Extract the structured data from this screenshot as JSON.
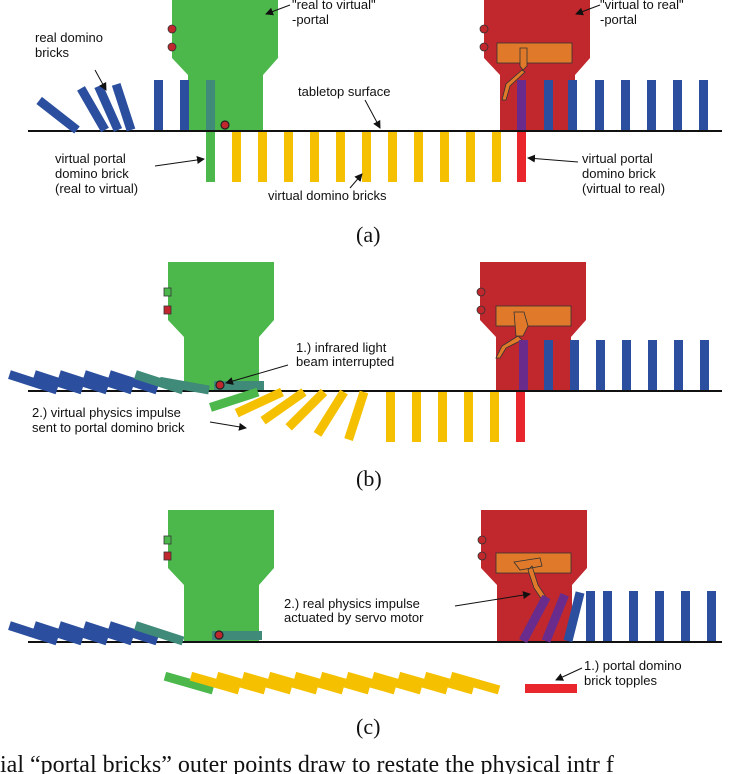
{
  "colors": {
    "real_brick": "#2b4f9e",
    "virtual_brick": "#f5c000",
    "portal_green": "#4cb84c",
    "portal_red": "#c0282d",
    "portal_brick_green": "#4cb84c",
    "portal_brick_red": "#e8262b",
    "red_in_green": "#3f8a78",
    "blue_in_red": "#6a2c8c",
    "servo_orange": "#e07a2a"
  },
  "panel_a": {
    "caption": "(a)",
    "label_real_bricks_1": "real domino",
    "label_real_bricks_2": "bricks",
    "label_green_portal_1": "\"real to virtual\"",
    "label_green_portal_2": "-portal",
    "label_red_portal_1": "\"virtual to real\"",
    "label_red_portal_2": "-portal",
    "label_tabletop": "tabletop surface",
    "label_vpb_left_1": "virtual portal",
    "label_vpb_left_2": "domino brick",
    "label_vpb_left_3": "(real to virtual)",
    "label_virtual_bricks": "virtual domino bricks",
    "label_vpb_right_1": "virtual portal",
    "label_vpb_right_2": "domino brick",
    "label_vpb_right_3": "(virtual to real)"
  },
  "panel_b": {
    "caption": "(b)",
    "step1_line1": "1.) infrared light",
    "step1_line2": "beam interrupted",
    "step2_line1": "2.) virtual physics impulse",
    "step2_line2": "sent to portal domino brick"
  },
  "panel_c": {
    "caption": "(c)",
    "step2_line1": "2.) real physics impulse",
    "step2_line2": "actuated by servo motor",
    "step1_line1": "1.) portal domino",
    "step1_line2": "brick topples"
  },
  "bottom_text": "ial “portal bricks” outer points draw to restate the physical intr f"
}
